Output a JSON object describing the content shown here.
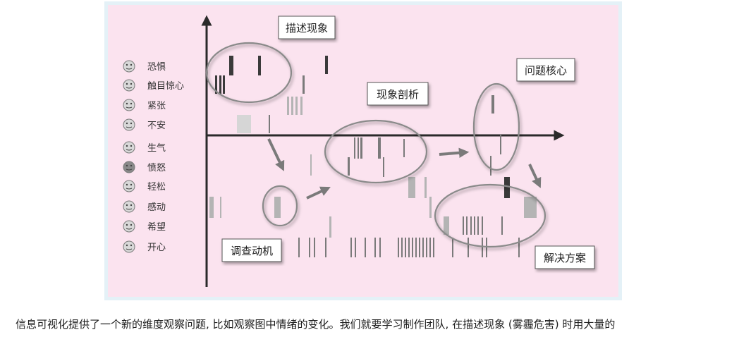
{
  "caption": "信息可视化提供了一个新的维度观察问题, 比如观察图中情绪的变化。我们就要学习制作团队, 在描述现象 (雾霾危害) 时用大量的",
  "chart_data": {
    "type": "scatter",
    "title": "",
    "xlabel": "",
    "ylabel": "",
    "legend_position": "left",
    "emotions": [
      {
        "label": "恐惧",
        "icon": "scream-face-icon"
      },
      {
        "label": "触目惊心",
        "icon": "shocked-face-icon"
      },
      {
        "label": "紧张",
        "icon": "nervous-face-icon"
      },
      {
        "label": "不安",
        "icon": "worried-face-icon"
      },
      {
        "label": "生气",
        "icon": "annoyed-face-icon"
      },
      {
        "label": "愤怒",
        "icon": "angry-face-icon"
      },
      {
        "label": "轻松",
        "icon": "relaxed-face-icon"
      },
      {
        "label": "感动",
        "icon": "touched-face-icon"
      },
      {
        "label": "希望",
        "icon": "flexed-arm-icon"
      },
      {
        "label": "开心",
        "icon": "happy-face-icon"
      }
    ],
    "stages": [
      {
        "label": "描述现象"
      },
      {
        "label": "现象剖析"
      },
      {
        "label": "问题核心"
      },
      {
        "label": "调查动机"
      },
      {
        "label": "解决方案"
      }
    ],
    "colors": {
      "mark_dark": "#3a3a3a",
      "mark_mid": "#7a7a7a",
      "mark_light": "#b4b4b4",
      "mark_faint": "#d6d6d6",
      "ellipse": "#8a8a8a",
      "axis": "#2a2a2a",
      "background": "#fbe3ef",
      "frame": "#e4f1f7"
    }
  }
}
